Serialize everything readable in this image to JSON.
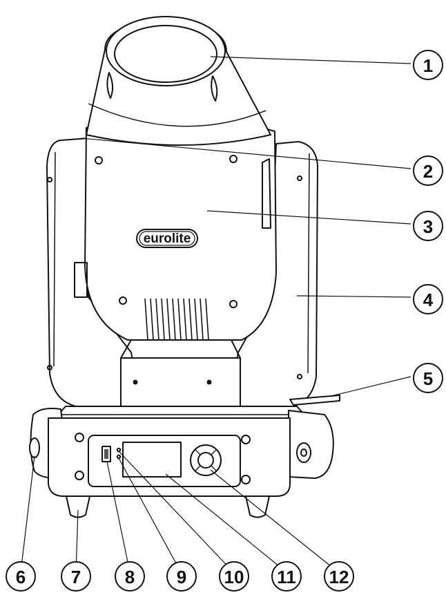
{
  "diagram": {
    "brand_logo": "eurolite",
    "callouts": [
      {
        "id": 1,
        "label": "1"
      },
      {
        "id": 2,
        "label": "2"
      },
      {
        "id": 3,
        "label": "3"
      },
      {
        "id": 4,
        "label": "4"
      },
      {
        "id": 5,
        "label": "5"
      },
      {
        "id": 6,
        "label": "6"
      },
      {
        "id": 7,
        "label": "7"
      },
      {
        "id": 8,
        "label": "8"
      },
      {
        "id": 9,
        "label": "9"
      },
      {
        "id": 10,
        "label": "10"
      },
      {
        "id": 11,
        "label": "11"
      },
      {
        "id": 12,
        "label": "12"
      }
    ],
    "colors": {
      "line": "#111111",
      "background": "#ffffff",
      "fill_light": "#f2f2f2"
    }
  }
}
